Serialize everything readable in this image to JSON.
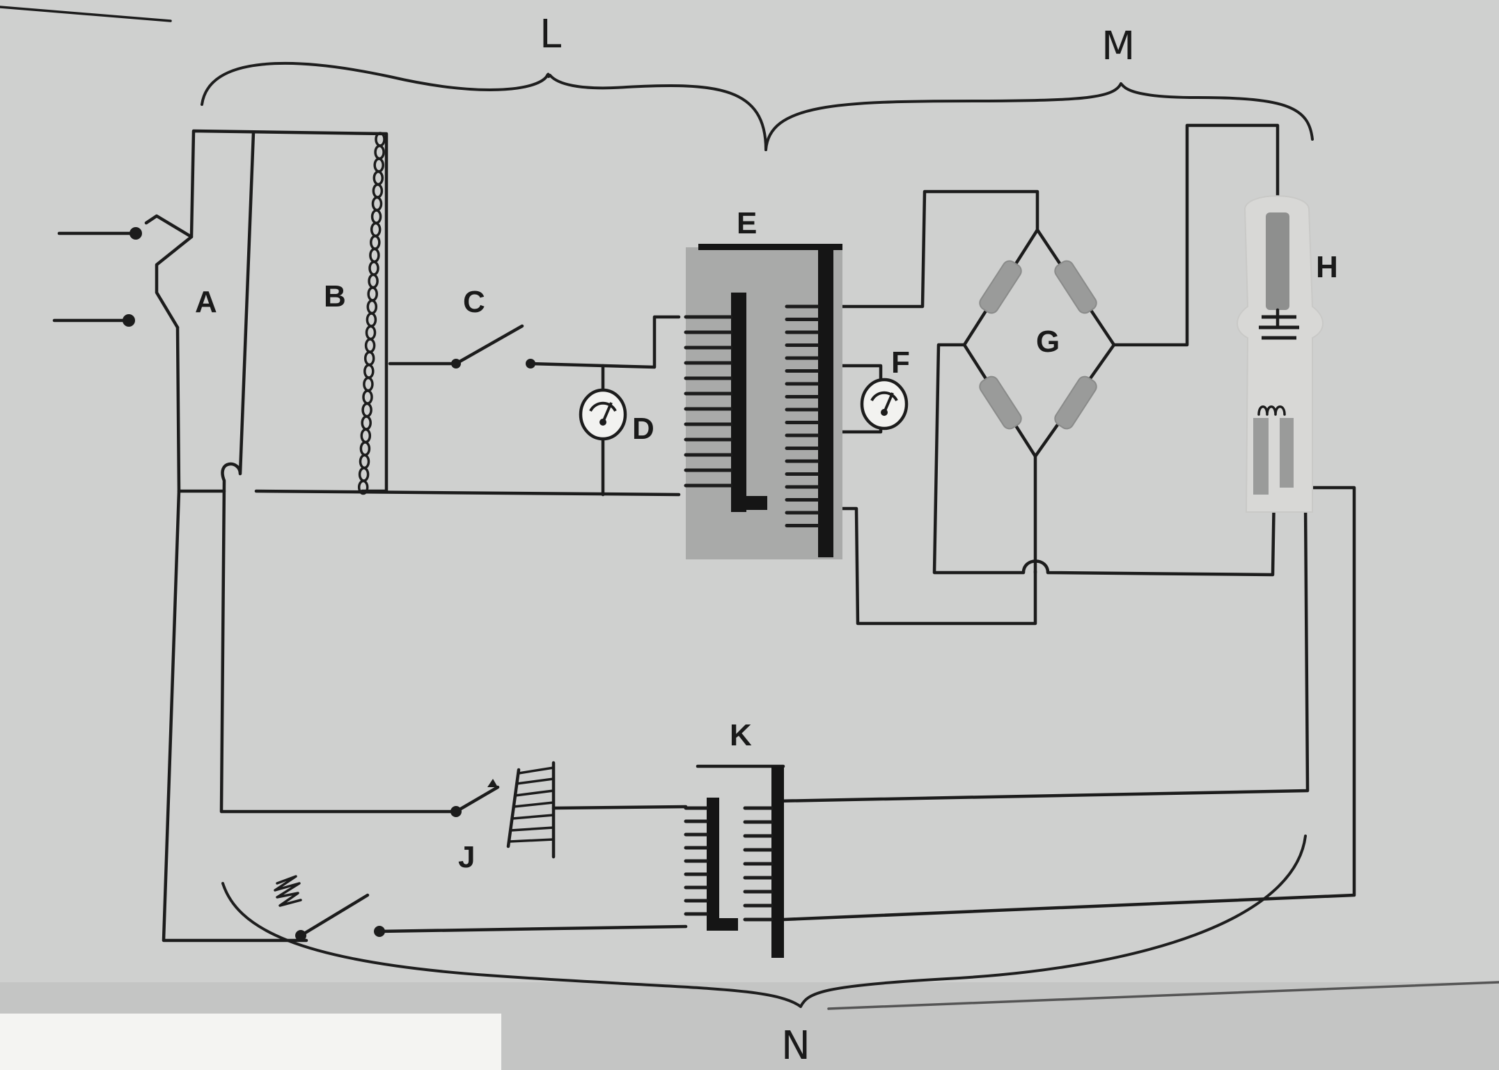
{
  "diagram": {
    "component_labels": {
      "A": "A",
      "B": "B",
      "C": "C",
      "D": "D",
      "E": "E",
      "F": "F",
      "G": "G",
      "H": "H",
      "J": "J",
      "K": "K"
    },
    "section_labels": {
      "L": "L",
      "M": "M",
      "N": "N"
    },
    "colors": {
      "paper": "#cfd0cf",
      "ink": "#1c1c1c",
      "component_fill": "#a9aaa9",
      "tube_fill": "#d8d8d6"
    },
    "icons": {
      "switch_c": "knife-switch-icon",
      "meter_d": "voltmeter-icon",
      "meter_f": "meter-icon",
      "transformer_e": "transformer-icon",
      "rectifier_g": "diode-bridge-icon",
      "tube_h": "x-ray-tube-icon",
      "rheostat_j": "rheostat-icon",
      "transformer_k": "filament-transformer-icon",
      "timer_switch": "timer-switch-icon"
    }
  }
}
